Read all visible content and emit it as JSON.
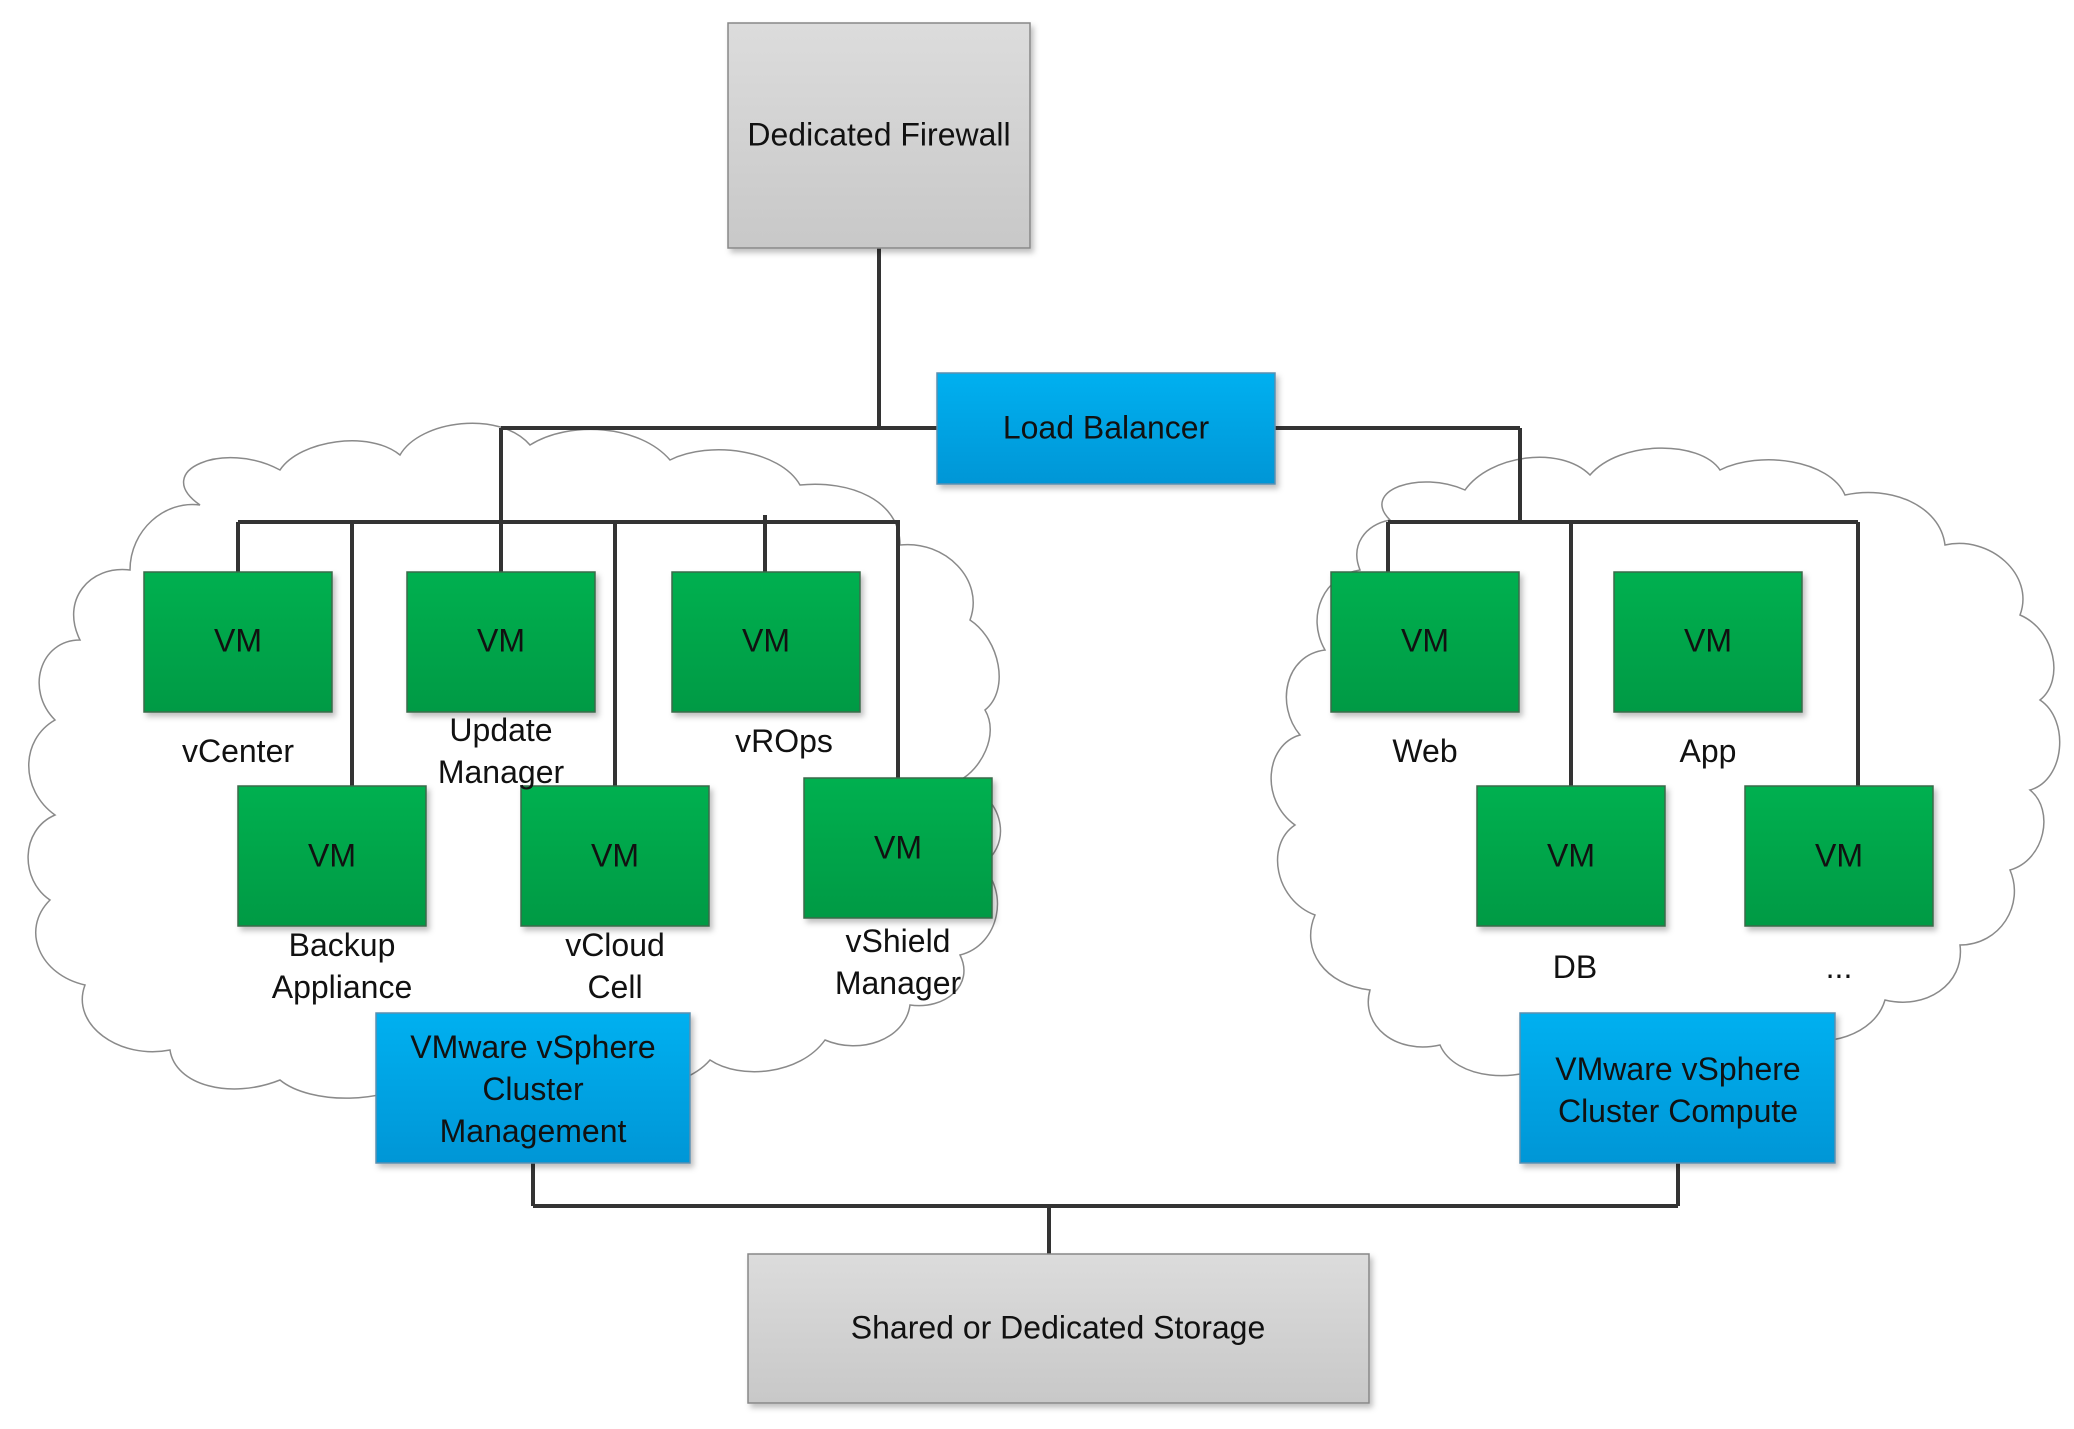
{
  "diagram": {
    "firewall": {
      "label": "Dedicated Firewall"
    },
    "load_balancer": {
      "label": "Load Balancer"
    },
    "storage": {
      "label": "Shared or Dedicated Storage"
    },
    "management_cluster": {
      "label_lines": [
        "VMware  vSphere",
        "Cluster",
        "Management"
      ],
      "vms": [
        {
          "box": "VM",
          "caption": [
            "vCenter"
          ]
        },
        {
          "box": "VM",
          "caption": [
            "Update",
            "Manager"
          ]
        },
        {
          "box": "VM",
          "caption": [
            "vROps"
          ]
        },
        {
          "box": "VM",
          "caption": [
            "Backup",
            "Appliance"
          ]
        },
        {
          "box": "VM",
          "caption": [
            "vCloud",
            "Cell"
          ]
        },
        {
          "box": "VM",
          "caption": [
            "vShield",
            "Manager"
          ]
        }
      ]
    },
    "compute_cluster": {
      "label_lines": [
        "VMware  vSphere",
        "Cluster Compute"
      ],
      "vms": [
        {
          "box": "VM",
          "caption": [
            "Web"
          ]
        },
        {
          "box": "VM",
          "caption": [
            "App"
          ]
        },
        {
          "box": "VM",
          "caption": [
            "DB"
          ]
        },
        {
          "box": "VM",
          "caption": [
            "..."
          ]
        }
      ]
    },
    "colors": {
      "vm_green_top": "#00b050",
      "vm_green_bottom": "#009a44",
      "blue_top": "#00b0f0",
      "blue_bottom": "#0096d6",
      "gray_top": "#dcdcdc",
      "gray_bottom": "#c8c8c8",
      "line": "#333333",
      "cloud_stroke": "#8a8a8a"
    }
  }
}
